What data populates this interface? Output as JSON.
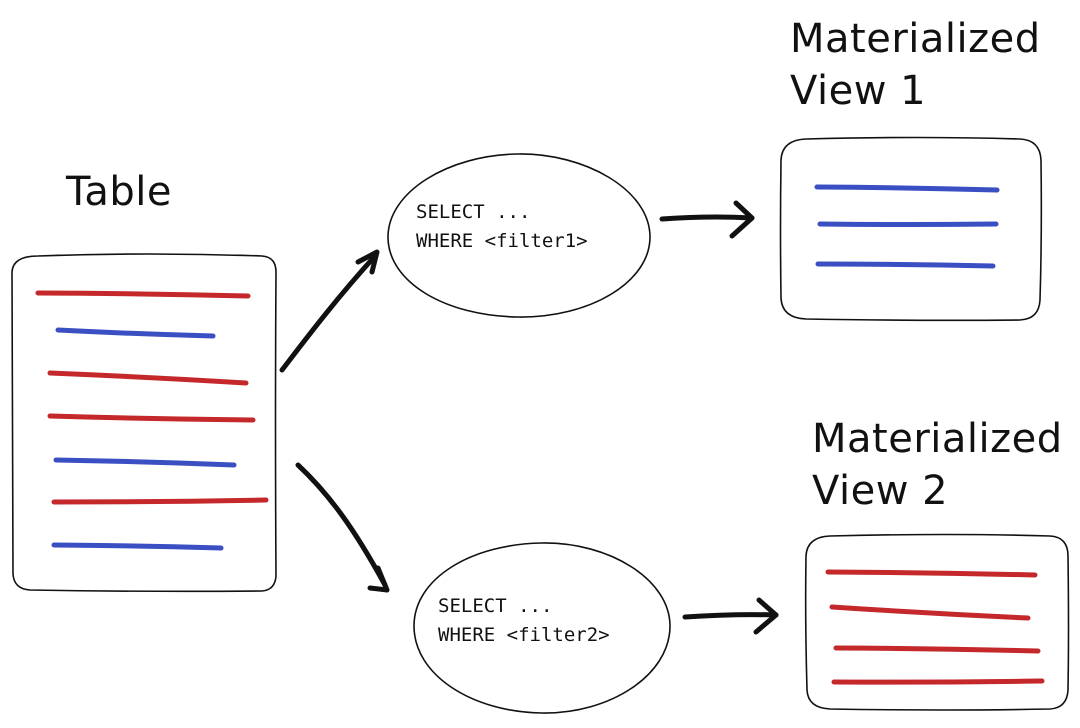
{
  "diagram": {
    "table": {
      "label": "Table",
      "rows": [
        "red",
        "blue",
        "red",
        "red",
        "blue",
        "red",
        "blue"
      ]
    },
    "queries": [
      {
        "line1": "SELECT ...",
        "line2": "WHERE <filter1>"
      },
      {
        "line1": "SELECT ...",
        "line2": "WHERE <filter2>"
      }
    ],
    "views": [
      {
        "label_line1": "Materialized",
        "label_line2": "View 1",
        "rows": [
          "blue",
          "blue",
          "blue"
        ]
      },
      {
        "label_line1": "Materialized",
        "label_line2": "View 2",
        "rows": [
          "red",
          "red",
          "red",
          "red"
        ]
      }
    ],
    "colors": {
      "red": "#c4282b",
      "blue": "#3a4fc2",
      "ink": "#111111"
    }
  }
}
